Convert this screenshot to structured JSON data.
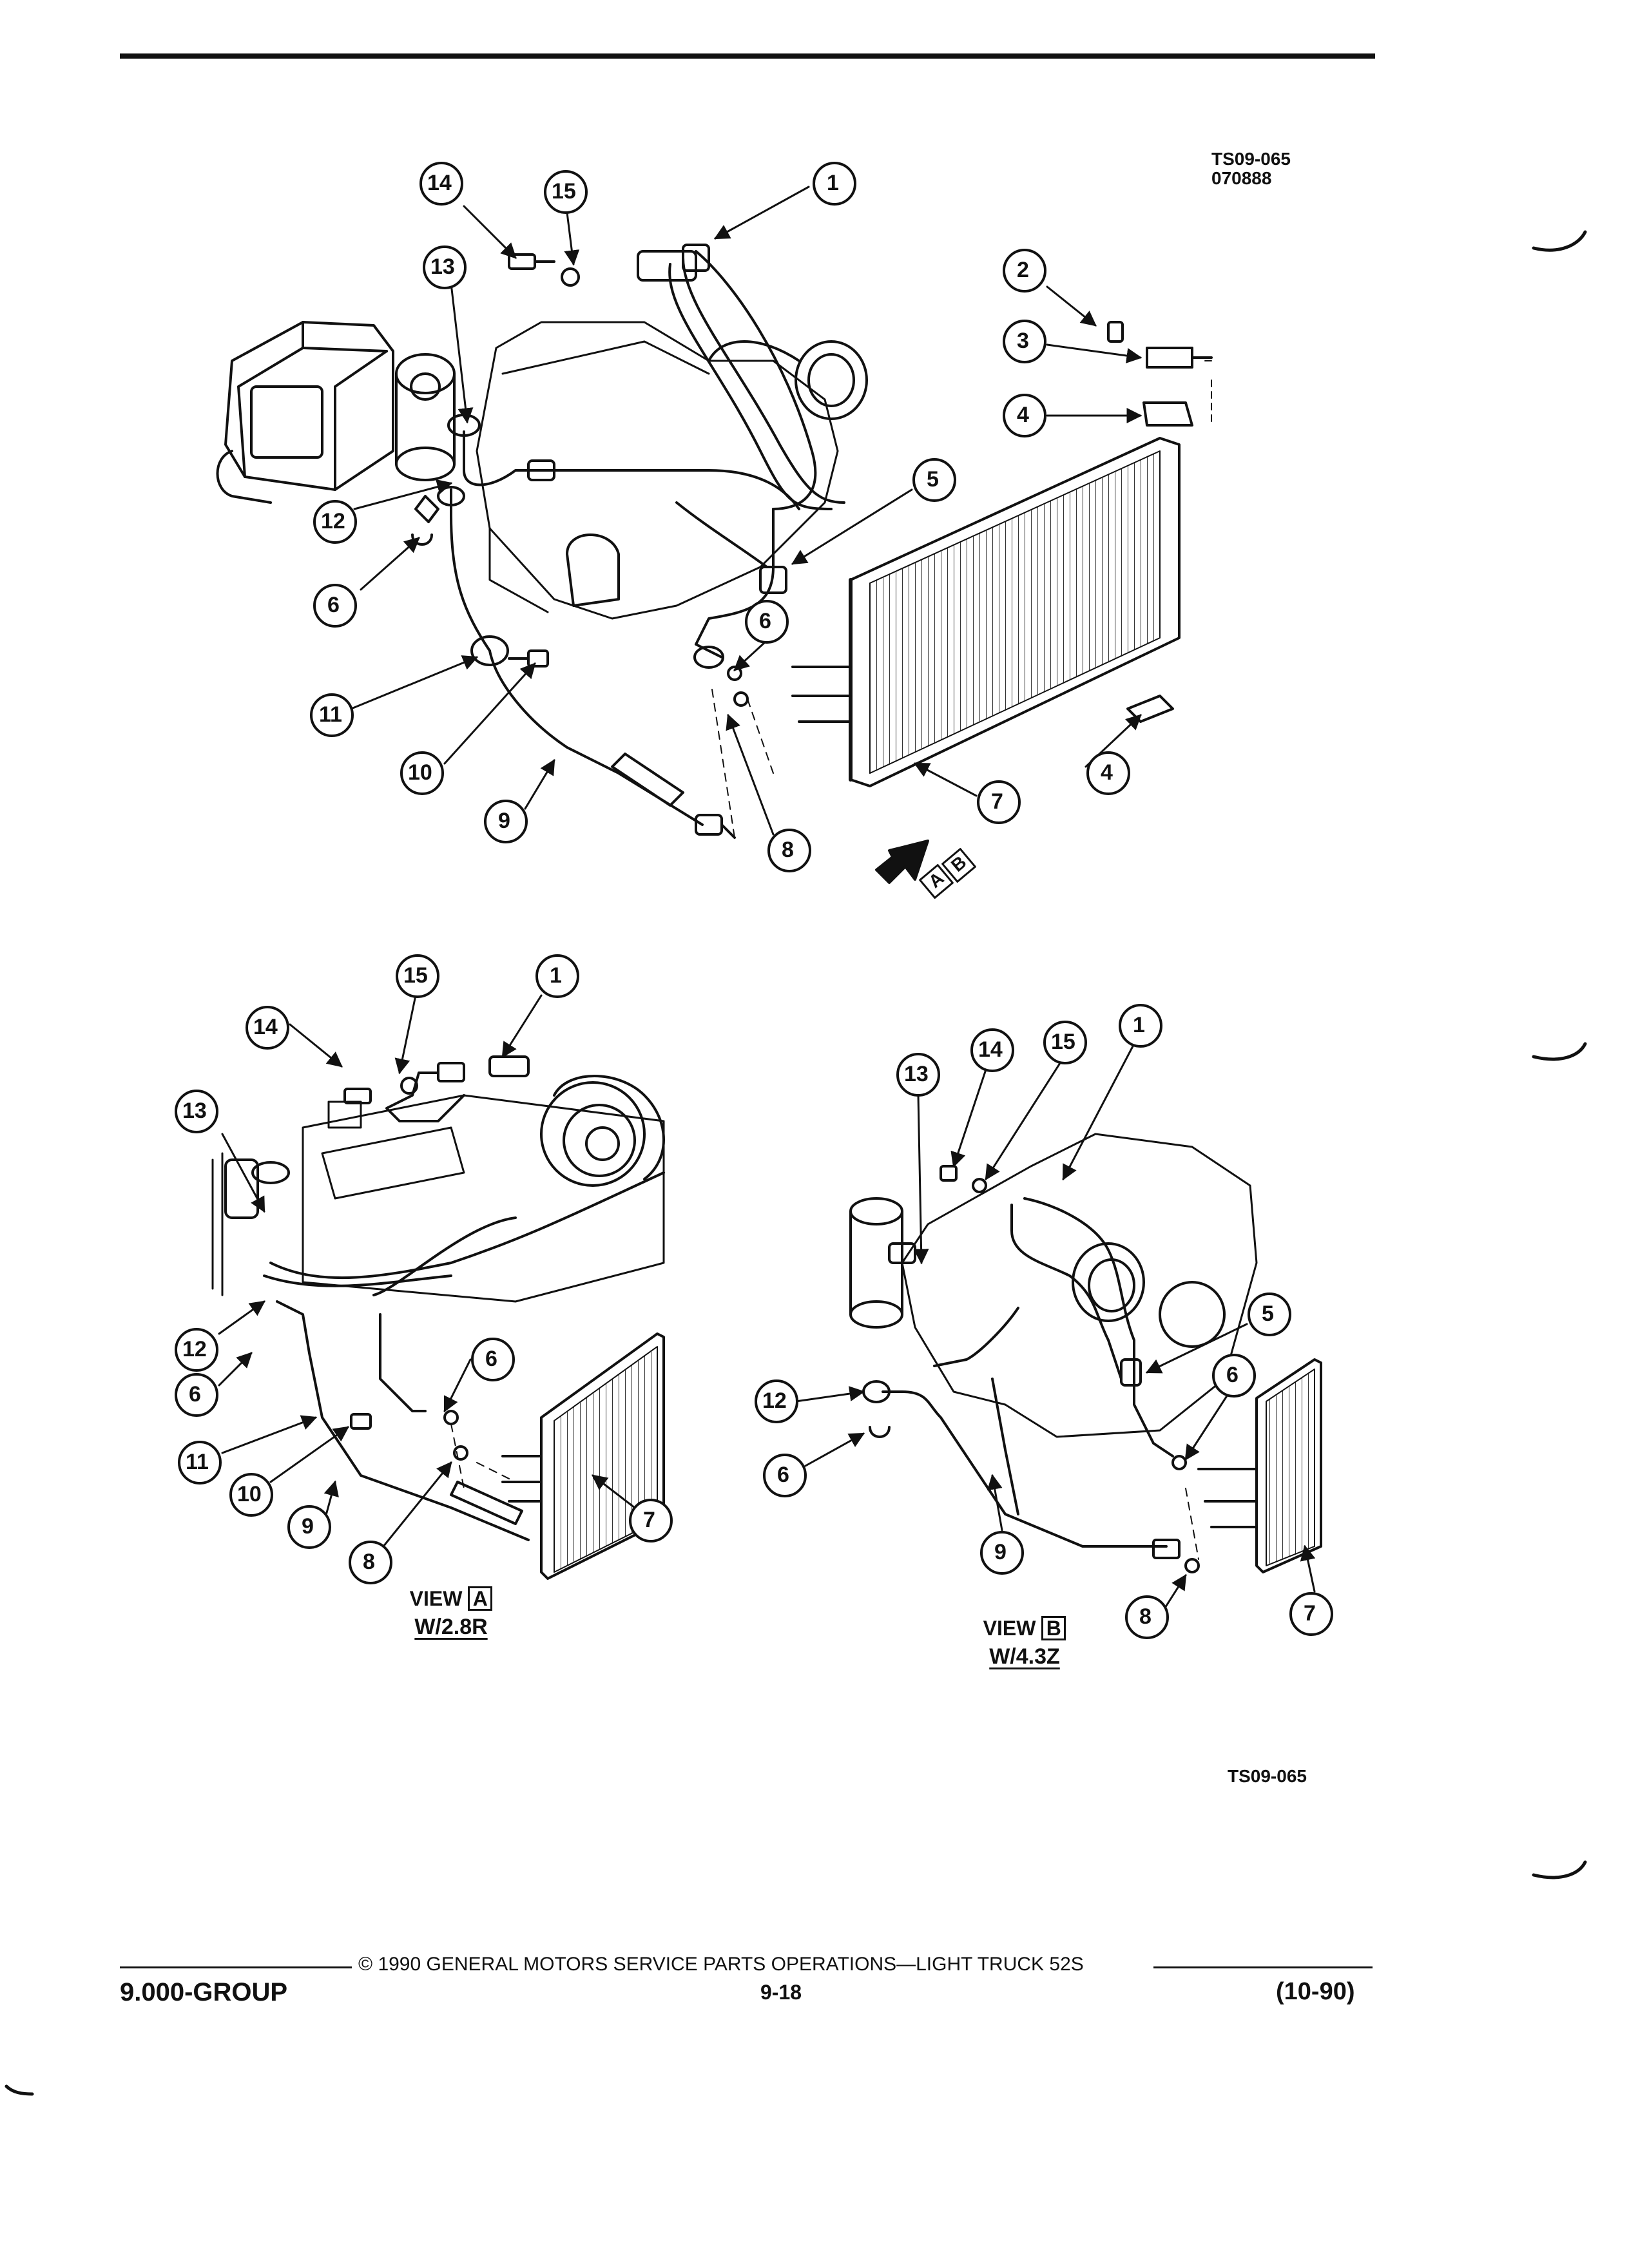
{
  "header": {
    "figure_code_line1": "TS09-065",
    "figure_code_line2": "070888"
  },
  "main_view": {
    "view_reference": [
      "A",
      "B"
    ],
    "callouts": [
      "1",
      "2",
      "3",
      "4",
      "5",
      "6",
      "4",
      "7",
      "8",
      "9",
      "10",
      "11",
      "6",
      "12",
      "13",
      "14",
      "15"
    ]
  },
  "view_a": {
    "label": "VIEW",
    "letter": "A",
    "engine": "W/2.8R",
    "callouts": [
      "1",
      "15",
      "14",
      "13",
      "12",
      "6",
      "11",
      "10",
      "9",
      "8",
      "6",
      "7"
    ]
  },
  "view_b": {
    "label": "VIEW",
    "letter": "B",
    "engine": "W/4.3Z",
    "callouts": [
      "13",
      "14",
      "15",
      "1",
      "5",
      "6",
      "12",
      "6",
      "9",
      "8",
      "7"
    ]
  },
  "figure_code_bottom": "TS09-065",
  "footer": {
    "copyright_text": "© 1990 GENERAL MOTORS SERVICE PARTS OPERATIONS—LIGHT TRUCK 52S",
    "group": "9.000-GROUP",
    "page": "9-18",
    "date": "(10-90)"
  }
}
